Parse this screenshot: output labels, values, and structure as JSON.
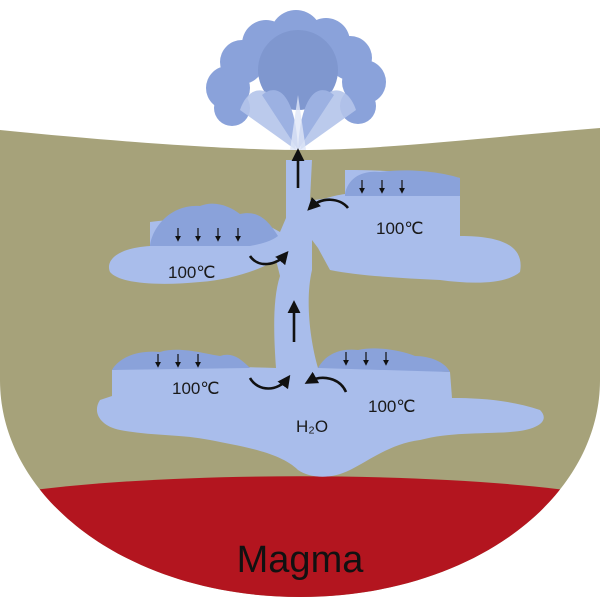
{
  "labels": {
    "temp_upper_left": "100℃",
    "temp_upper_right": "100℃",
    "temp_lower_left": "100℃",
    "temp_lower_right": "100℃",
    "water": "H₂O",
    "magma": "Magma"
  },
  "colors": {
    "ground": "#a6a27a",
    "water": "#a9bdeb",
    "water_dark": "#8aa2da",
    "plume": "#7f97cf",
    "plume_light": "#b4c4ea",
    "magma": "#b3151f",
    "arrow": "#111111"
  }
}
